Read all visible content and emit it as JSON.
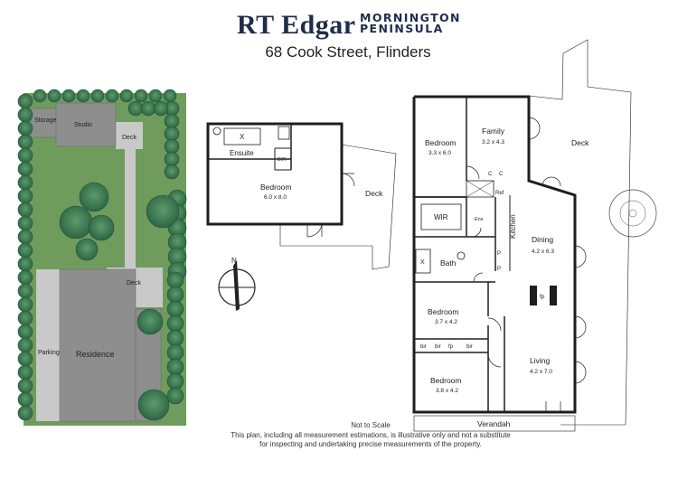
{
  "brand": {
    "name": "RT Edgar",
    "region_line1": "MORNINGTON",
    "region_line2": "PENINSULA"
  },
  "address": "68 Cook Street, Flinders",
  "site_plan": {
    "storage": "Storage",
    "studio": "Studio",
    "deck_top": "Deck",
    "deck_mid": "Deck",
    "parking": "Parking",
    "residence": "Residence"
  },
  "studio_plan": {
    "ensuite": "Ensuite",
    "bir": "BIR",
    "bedroom": "Bedroom",
    "bedroom_size": "6.0 x 8.0",
    "deck": "Deck"
  },
  "compass": {
    "north": "N"
  },
  "house_plan": {
    "bedroom1": "Bedroom",
    "bedroom1_size": "3.3 x 6.0",
    "family": "Family",
    "family_size": "3.2 x 4.3",
    "deck": "Deck",
    "c1": "C",
    "c2": "C",
    "ref": "Ref",
    "wir": "WIR",
    "ens": "Ens",
    "kitchen": "Kitchen",
    "dining": "Dining",
    "dining_size": "4.2 x 6.3",
    "p1": "P",
    "p2": "P",
    "bath": "Bath",
    "x_mark": "X",
    "fp": "fp",
    "bedroom2": "Bedroom",
    "bedroom2_size": "3.7 x 4.2",
    "bir1": "bir",
    "bir2": "bir",
    "fp2": "fp",
    "bir3": "bir",
    "living": "Living",
    "living_size": "4.2 x 7.0",
    "bedroom3": "Bedroom",
    "bedroom3_size": "3.8 x 4.2",
    "verandah": "Verandah"
  },
  "footer": {
    "line1": "Not to Scale",
    "line2": "This plan, including all measurement estimations, is illustrative only and not a substitute",
    "line3": "for inspecting and undertaking precise measurements of the property."
  },
  "colors": {
    "lawn": "#6f9c5d",
    "tree_dark": "#2f6b45",
    "tree_mid": "#4d8a5e",
    "roof": "#8e8e8e",
    "paving": "#c9c9c9",
    "wall": "#1e1e1e"
  }
}
